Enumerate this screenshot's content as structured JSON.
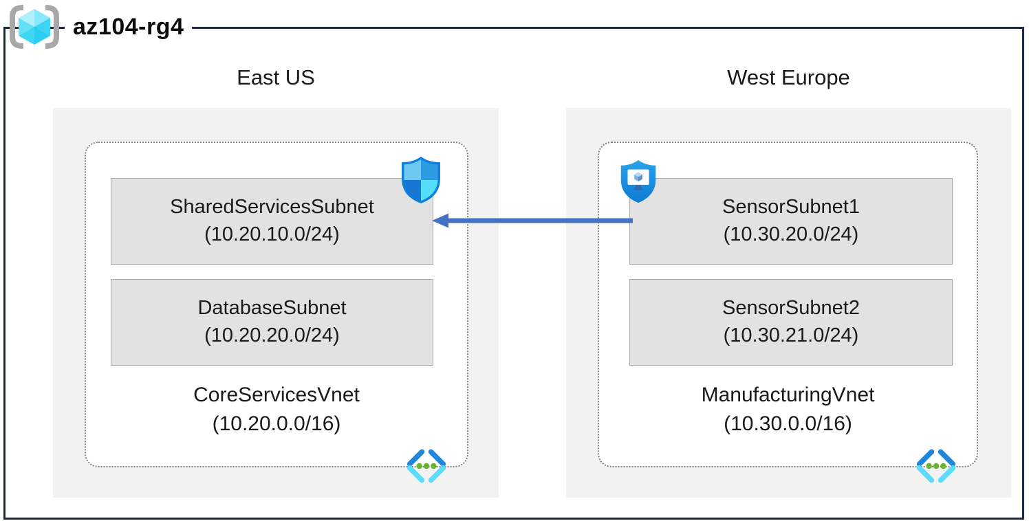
{
  "title": "az104-rg4",
  "regions": [
    {
      "name": "East US",
      "vnet": {
        "name": "CoreServicesVnet",
        "cidr": "(10.20.0.0/16)"
      },
      "subnets": [
        {
          "name": "SharedServicesSubnet",
          "cidr": "(10.20.10.0/24)"
        },
        {
          "name": "DatabaseSubnet",
          "cidr": "(10.20.20.0/24)"
        }
      ]
    },
    {
      "name": "West Europe",
      "vnet": {
        "name": "ManufacturingVnet",
        "cidr": "(10.30.0.0/16)"
      },
      "subnets": [
        {
          "name": "SensorSubnet1",
          "cidr": "(10.30.20.0/24)"
        },
        {
          "name": "SensorSubnet2",
          "cidr": "(10.30.21.0/24)"
        }
      ]
    }
  ],
  "connection": {
    "from": "SensorSubnet1",
    "to": "SharedServicesSubnet",
    "style": "arrow-left"
  },
  "icons": {
    "resource_group": "resource-group-icon",
    "network_security_group": "nsg-shield-icon",
    "application_security_group": "asg-shield-icon",
    "virtual_network": "virtual-network-icon"
  },
  "colors": {
    "frame": "#182a45",
    "region_fill": "#f2f2f2",
    "subnet_fill": "#e2e2e2",
    "subnet_border": "#a9a9a9",
    "vnet_dotted_border": "#7d7d7d",
    "arrow_blue": "#4472c4",
    "shield_blue": "#1489dc",
    "cyan_accent": "#50dff7",
    "green_dots": "#68b42e",
    "bracket_gray": "#a8a8a8"
  }
}
